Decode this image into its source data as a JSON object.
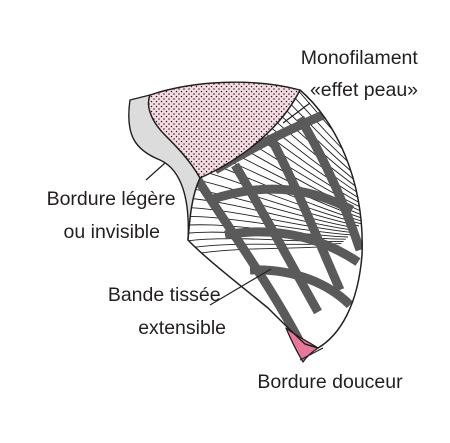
{
  "callouts": [
    {
      "id": "mono",
      "lines": [
        "Monofilament",
        "«effet peau»"
      ]
    },
    {
      "id": "border-light",
      "lines": [
        "Bordure légère",
        "ou invisible"
      ]
    },
    {
      "id": "stretch-band",
      "lines": [
        "Bande tissée",
        "extensible"
      ]
    },
    {
      "id": "soft-border",
      "lines": [
        "Bordure douceur"
      ]
    }
  ],
  "colors": {
    "outline": "#231f20",
    "band": "#5a5a5a",
    "mono_fill": "#f7dce3",
    "mono_dots": "#1a1a1a",
    "edge_fill": "#dcdcdc",
    "soft_fill": "#e8789a",
    "text": "#231f20"
  }
}
